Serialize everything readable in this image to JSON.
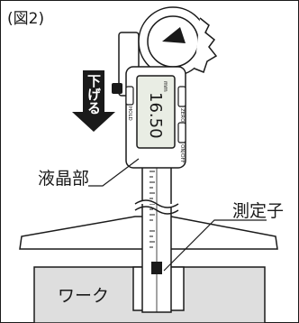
{
  "figure_label": "(図2)",
  "arrow_label": "下げる",
  "lcd_label": "液晶部",
  "probe_label": "測定子",
  "workpiece_label": "ワーク",
  "display_reading": "16.50",
  "display_unit": "mm",
  "buttons": {
    "left": "HOLD",
    "right_top": "ZERO",
    "right_bottom": "ON/OFF"
  },
  "colors": {
    "workpiece": "#dedede",
    "outline": "#1a1a1a",
    "arrow": "#1a1a1a",
    "lcd": "#e9ede4"
  }
}
